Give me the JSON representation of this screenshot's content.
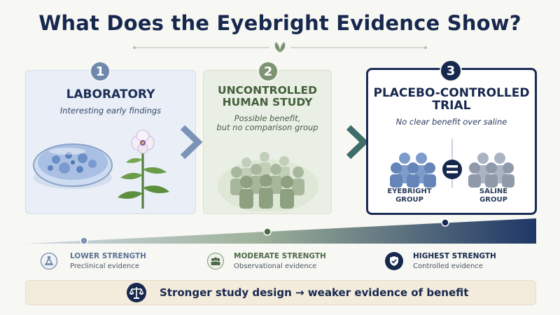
{
  "title": "What Does the Eyebright Evidence Show?",
  "panels": [
    {
      "step": "1",
      "title_lines": [
        "LABORATORY"
      ],
      "subtitle_lines": [
        "Interesting early findings"
      ]
    },
    {
      "step": "2",
      "title_lines": [
        "UNCONTROLLED",
        "HUMAN STUDY"
      ],
      "subtitle_lines": [
        "Possible benefit,",
        "but no comparison group"
      ]
    },
    {
      "step": "3",
      "title_lines": [
        "PLACEBO-CONTROLLED",
        "TRIAL"
      ],
      "subtitle_lines": [
        "No clear benefit over saline"
      ],
      "group_a": [
        "EYEBRIGHT",
        "GROUP"
      ],
      "group_b": [
        "SALINE",
        "GROUP"
      ]
    }
  ],
  "tiers": [
    {
      "title": "LOWER STRENGTH",
      "subtitle": "Preclinical evidence",
      "icon": "flask-icon",
      "color": "#5b7295"
    },
    {
      "title": "MODERATE STRENGTH",
      "subtitle": "Observational evidence",
      "icon": "people-icon",
      "color": "#4f6a49"
    },
    {
      "title": "HIGHEST STRENGTH",
      "subtitle": "Controlled evidence",
      "icon": "shield-check-icon",
      "color": "#17284e"
    }
  ],
  "conclusion": "Stronger study design → weaker evidence of benefit",
  "conclusion_icon": "balance-scale-icon",
  "colors": {
    "navy": "#17284e",
    "blue": "#6f89ad",
    "green": "#7c9472",
    "band": "#f3ebdb"
  }
}
